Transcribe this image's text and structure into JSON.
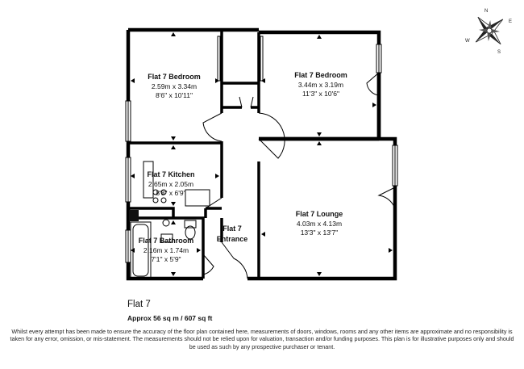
{
  "plan": {
    "rooms": [
      {
        "key": "bedroom1",
        "name": "Flat 7 Bedroom",
        "metric": "2.59m x 3.34m",
        "imperial": "8'6\" x 10'11\""
      },
      {
        "key": "bedroom2",
        "name": "Flat 7 Bedroom",
        "metric": "3.44m x 3.19m",
        "imperial": "11'3\" x 10'6\""
      },
      {
        "key": "kitchen",
        "name": "Flat 7 Kitchen",
        "metric": "2.65m x 2.05m",
        "imperial": "8'8\" x 6'9\""
      },
      {
        "key": "lounge",
        "name": "Flat 7 Lounge",
        "metric": "4.03m x 4.13m",
        "imperial": "13'3\" x 13'7\""
      },
      {
        "key": "bathroom",
        "name": "Flat 7 Bathroom",
        "metric": "2.16m x 1.74m",
        "imperial": "7'1\" x 5'9\""
      },
      {
        "key": "entrance",
        "name_line1": "Flat 7",
        "name_line2": "Entrance"
      }
    ],
    "compass": {
      "letters": [
        "N",
        "E",
        "S",
        "W"
      ]
    }
  },
  "footer": {
    "flat_title": "Flat 7",
    "area": "Approx 56 sq m / 607 sq ft",
    "disclaimer": "Whilst every attempt has been made to ensure the accuracy of the floor plan contained here, measurements of doors, windows, rooms and any other items are approximate and no responsibility is taken for any error, omission, or mis-statement. The measurements should not be relied upon for valuation, transaction and/or funding purposes. This plan is for illustrative purposes only and should be used as such by any prospective purchaser or tenant."
  }
}
